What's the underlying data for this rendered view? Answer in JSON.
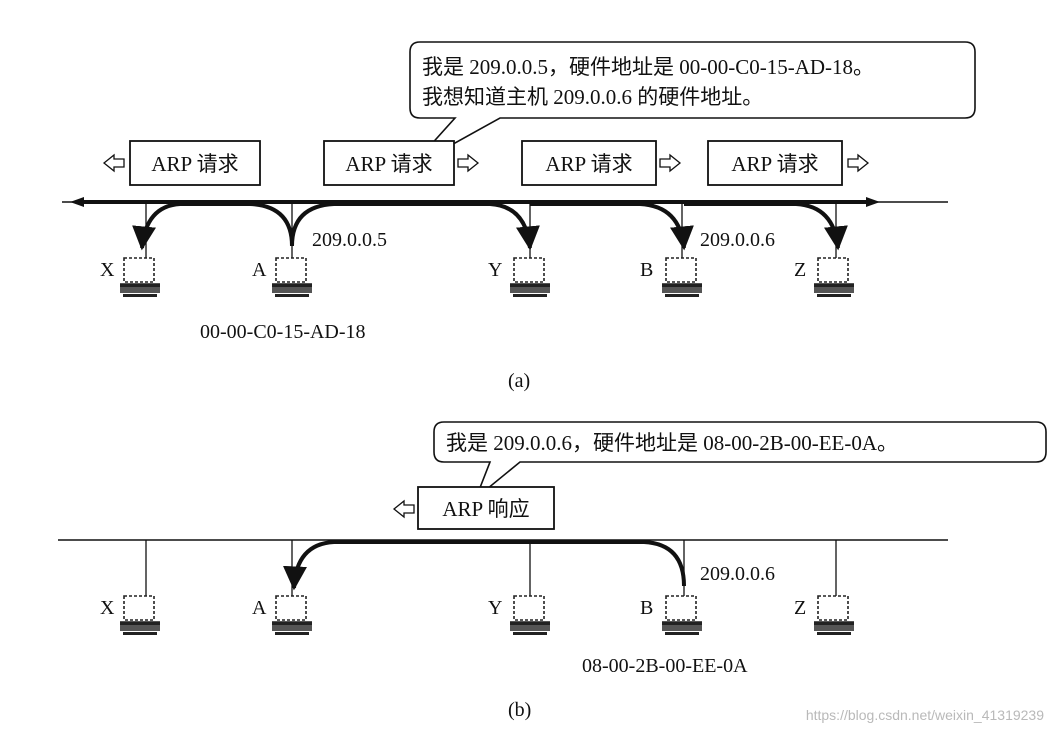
{
  "panel_a": {
    "speech_line1": "我是 209.0.0.5，硬件地址是 00-00-C0-15-AD-18。",
    "speech_line2": "我想知道主机 209.0.0.6 的硬件地址。",
    "arp_request_label": "ARP 请求",
    "ip_a": "209.0.0.5",
    "ip_b": "209.0.0.6",
    "mac_a": "00-00-C0-15-AD-18",
    "caption": "(a)"
  },
  "panel_b": {
    "speech_line1": "我是 209.0.0.6，硬件地址是 08-00-2B-00-EE-0A。",
    "arp_reply_label": "ARP 响应",
    "ip_b": "209.0.0.6",
    "mac_b": "08-00-2B-00-EE-0A",
    "caption": "(b)"
  },
  "hosts": [
    "X",
    "A",
    "Y",
    "B",
    "Z"
  ],
  "watermark": "https://blog.csdn.net/weixin_41319239"
}
